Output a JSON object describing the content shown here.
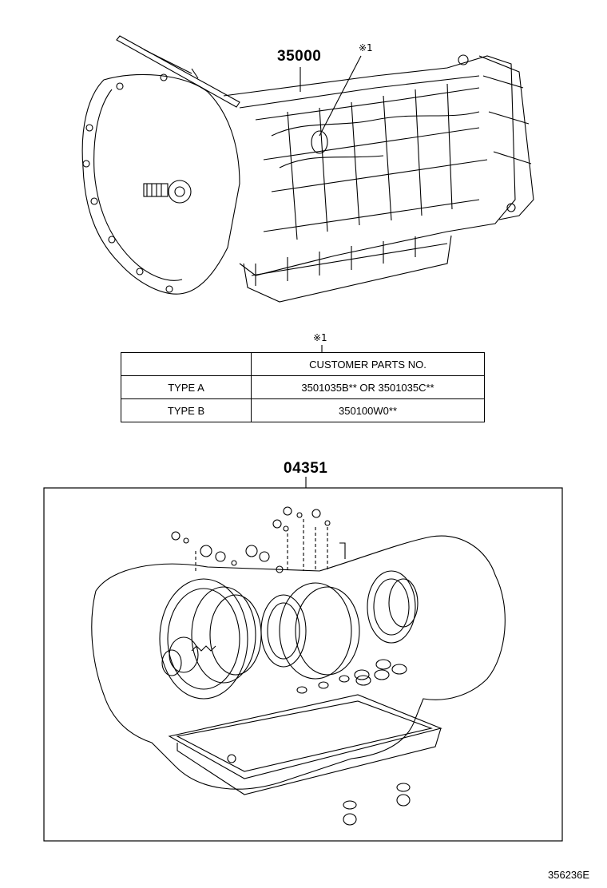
{
  "callouts": {
    "assembly": "35000",
    "note_mark": "※1",
    "table_note_mark": "※1",
    "gasket_kit": "04351"
  },
  "parts_table": {
    "header": [
      "",
      "CUSTOMER PARTS NO."
    ],
    "rows": [
      {
        "type": "TYPE A",
        "parts_no": "3501035B** OR 3501035C**"
      },
      {
        "type": "TYPE B",
        "parts_no": "350100W0**"
      }
    ]
  },
  "figure_code": "356236E"
}
